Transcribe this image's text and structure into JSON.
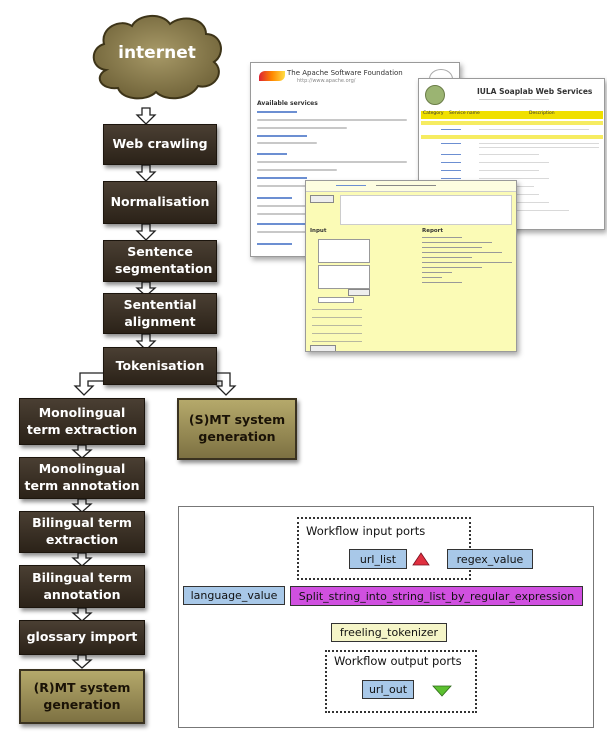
{
  "cloud": {
    "label": "internet"
  },
  "pipeline": [
    {
      "label": "Web crawling"
    },
    {
      "label": "Normalisation"
    },
    {
      "label": "Sentence segmentation"
    },
    {
      "label": "Sentential alignment"
    },
    {
      "label": "Tokenisation"
    }
  ],
  "left_branch": [
    {
      "label": "Monolingual term extraction"
    },
    {
      "label": "Monolingual term annotation"
    },
    {
      "label": "Bilingual term extraction"
    },
    {
      "label": "Bilingual term annotation"
    },
    {
      "label": "glossary import"
    }
  ],
  "smt_box": {
    "label": "(S)MT system generation"
  },
  "rmt_box": {
    "label": "(R)MT system generation"
  },
  "screenshots": {
    "apache": {
      "org_name": "The Apache Software Foundation",
      "org_url": "http://www.apache.org/",
      "heading": "Available services"
    },
    "iula": {
      "title": "IULA Soaplab Web Services",
      "col_category": "Category",
      "col_service": "Service name",
      "col_description": "Description"
    },
    "form": {
      "input_heading": "Input",
      "report_heading": "Report"
    }
  },
  "workflow": {
    "input_ports_label": "Workflow input ports",
    "output_ports_label": "Workflow output ports",
    "nodes": {
      "url_list": "url_list",
      "regex_value": "regex_value",
      "language_value": "language_value",
      "split": "Split_string_into_string_list_by_regular_expression",
      "tokenizer": "freeling_tokenizer",
      "url_out": "url_out"
    },
    "colors": {
      "port": "#a8c8e8",
      "process": "#d050e0",
      "service": "#f5f5c8",
      "triangle_up": "#e03040",
      "triangle_down": "#5cc030"
    }
  }
}
